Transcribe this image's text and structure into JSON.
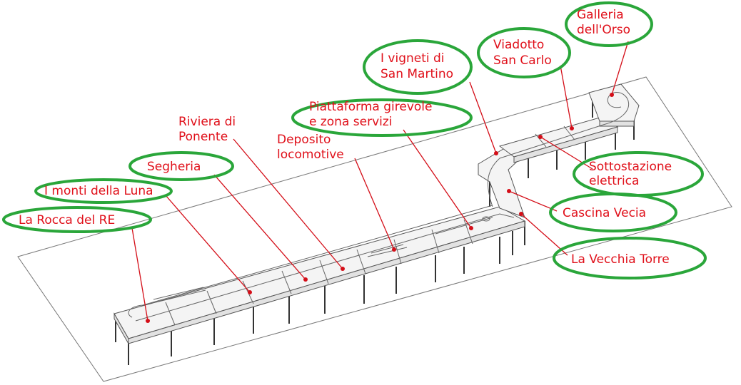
{
  "labels": {
    "rocca": {
      "lines": [
        "La Rocca del RE"
      ]
    },
    "monti": {
      "lines": [
        "I monti della Luna"
      ]
    },
    "segheria": {
      "lines": [
        "Segheria"
      ]
    },
    "riviera": {
      "lines": [
        "Riviera di",
        "Ponente"
      ]
    },
    "deposito": {
      "lines": [
        "Deposito",
        "locomotive"
      ]
    },
    "piattaforma": {
      "lines": [
        "Piattaforma girevole",
        "e zona servizi"
      ]
    },
    "vigneti": {
      "lines": [
        "I vigneti di",
        "San Martino"
      ]
    },
    "viadotto": {
      "lines": [
        "Viadotto",
        "San Carlo"
      ]
    },
    "galleria": {
      "lines": [
        "Galleria",
        "dell'Orso"
      ]
    },
    "sottostazione": {
      "lines": [
        "Sottostazione",
        "elettrica"
      ]
    },
    "cascina": {
      "lines": [
        "Cascina Vecia"
      ]
    },
    "torre": {
      "lines": [
        "La Vecchia Torre"
      ]
    }
  },
  "colors": {
    "label_text": "#e0101a",
    "oval_outline": "#2aa63a",
    "leader_line": "#d40e18",
    "structure": "#555555"
  }
}
